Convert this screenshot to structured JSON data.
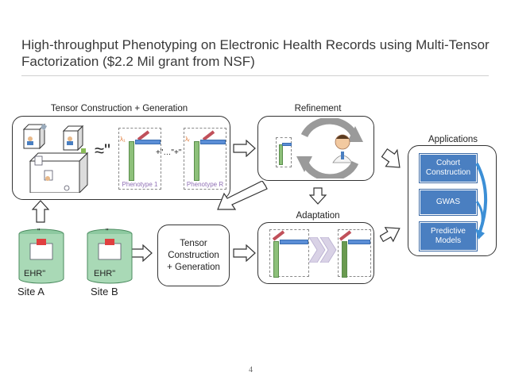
{
  "slide": {
    "title": "High-throughput Phenotyping on Electronic Health Records using Multi-Tensor Factorization ($2.2 Mil grant from NSF)",
    "page_number": "4"
  },
  "sections": {
    "tensor_construction": "Tensor Construction + Generation",
    "refinement": "Refinement",
    "adaptation": "Adaptation",
    "applications": "Applications"
  },
  "decomposition": {
    "approx": "≈\"",
    "plus": "+\"…\"+\"",
    "phenotype_1": "Phenotype 1",
    "phenotype_r": "Phenotype R",
    "lambda_1": "λ₁",
    "lambda_r": "λᵣ"
  },
  "site_b_box": {
    "line1": "Tensor",
    "line2": "Construction",
    "line3": "+ Generation"
  },
  "sites": {
    "site_a": "Site A",
    "site_b": "Site B",
    "ehr_a": "EHR\"",
    "ehr_b": "EHR\"",
    "quote_a": "\"",
    "quote_b": "\""
  },
  "applications": {
    "cohort": "Cohort Construction",
    "gwas": "GWAS",
    "predictive": "Predictive Models"
  },
  "colors": {
    "accent_blue": "#4a7fc1",
    "green_bar": "#8dc07a",
    "blue_bar": "#5a8dd6",
    "red_bar": "#c0505a"
  }
}
